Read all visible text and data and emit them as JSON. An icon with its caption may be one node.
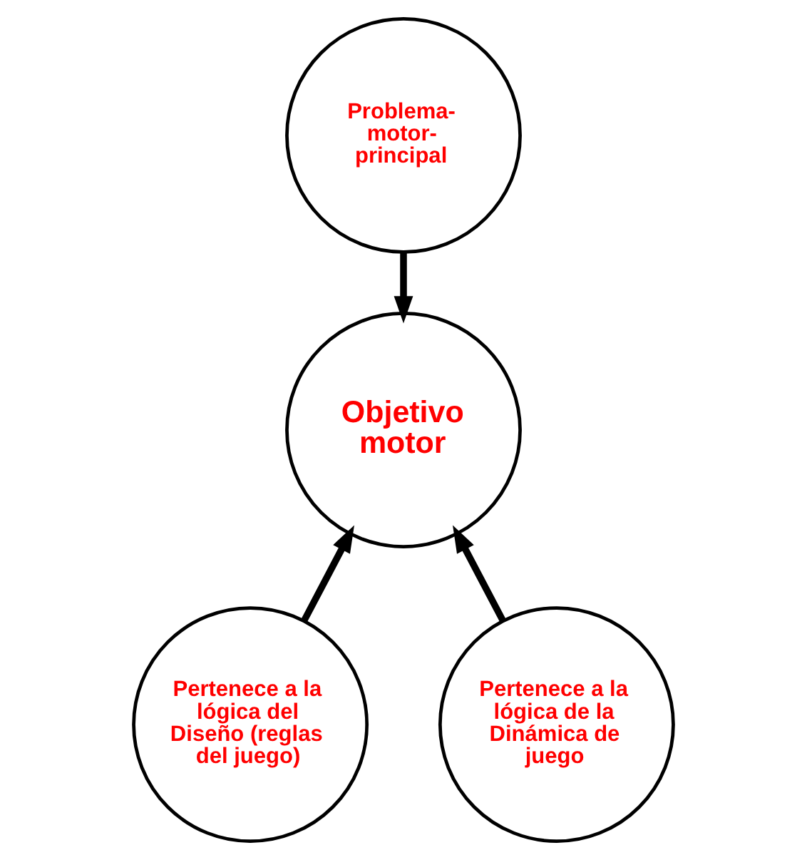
{
  "diagram": {
    "nodes": [
      {
        "text": [
          "Problema- motor- principal"
        ]
      },
      {
        "text": [
          "Objetivo motor"
        ]
      },
      {
        "text": [
          "Pertenece a la lógica del Diseño (reglas del juego)"
        ]
      },
      {
        "text": [
          "Pertenece a la lógica de la Dinámica de juego"
        ]
      }
    ],
    "edges": [
      {
        "from": 0,
        "to": 1,
        "arrow": "to"
      },
      {
        "from": 2,
        "to": 1,
        "arrow": "to"
      },
      {
        "from": 3,
        "to": 1,
        "arrow": "to"
      }
    ]
  }
}
